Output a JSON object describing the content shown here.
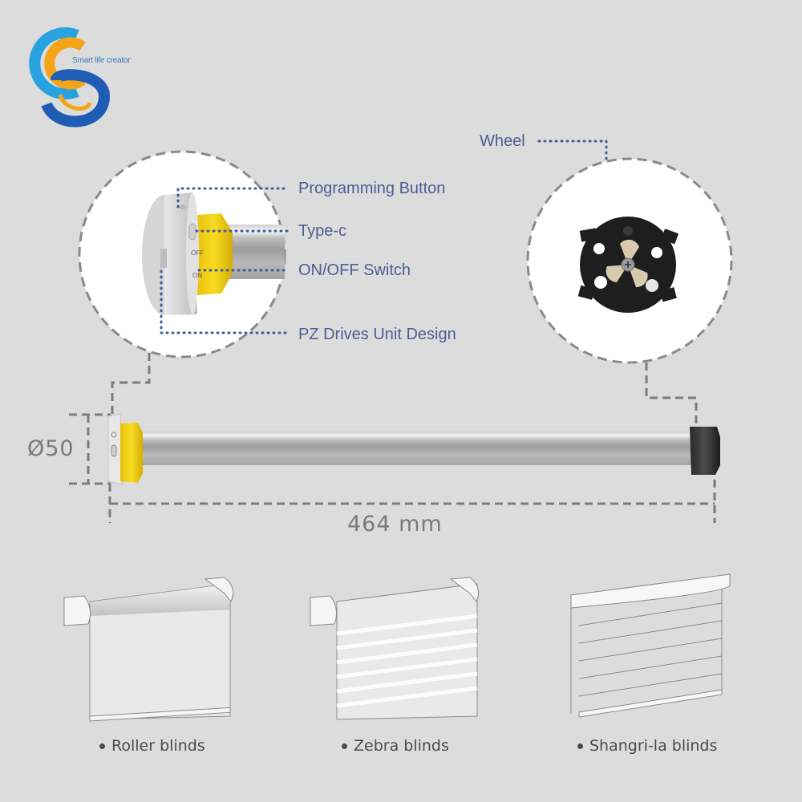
{
  "brand": {
    "tagline": "Smart life creator",
    "colors": {
      "blue": "#1e63b8",
      "light_blue": "#29a3e0",
      "orange": "#f2a21a"
    }
  },
  "callouts": {
    "programming_button": "Programming Button",
    "type_c": "Type-c",
    "on_off_switch": "ON/OFF Switch",
    "pz_drives": "PZ Drives Unit Design",
    "wheel": "Wheel"
  },
  "motor_head_markings": {
    "off": "OFF",
    "on": "ON"
  },
  "dimensions": {
    "diameter": "Ø50",
    "length": "464 mm"
  },
  "blinds": [
    {
      "label": "Roller blinds"
    },
    {
      "label": "Zebra blinds"
    },
    {
      "label": "Shangri-la blinds"
    }
  ],
  "colors": {
    "background": "#dcdcdc",
    "callout_text": "#4c5e96",
    "dotted_leader": "#3f5a9a",
    "dashed_guide": "#7c7c7c",
    "motor_yellow": "#f2d21a",
    "wheel_black": "#1e1e1e"
  }
}
